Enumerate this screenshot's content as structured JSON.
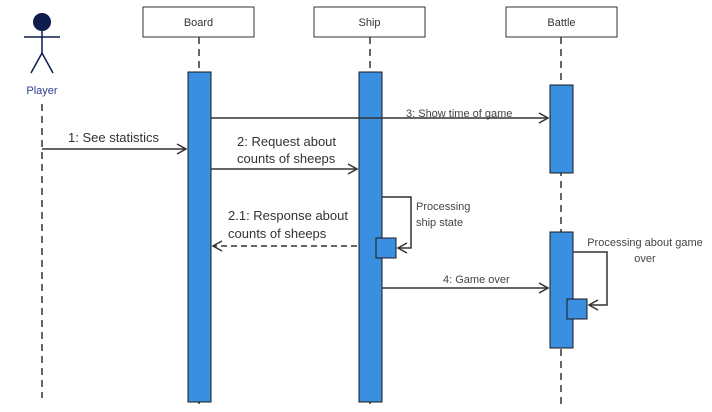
{
  "colors": {
    "activation": "#3a8fe0",
    "activation_border": "#1a1a1a",
    "lifeline": "#333333",
    "actor": "#0d1b4d",
    "actor_label": "#2b3f8c",
    "header_border": "#333333",
    "text": "#333333"
  },
  "actor": {
    "label": "Player"
  },
  "participants": {
    "board": "Board",
    "ship": "Ship",
    "battle": "Battle"
  },
  "messages": {
    "m1": "1: See statistics",
    "m2_line1": "2: Request about",
    "m2_line2": "counts of sheeps",
    "m21_line1": "2.1: Response about",
    "m21_line2": "counts of sheeps",
    "m3": "3: Show time of game",
    "m4": "4: Game over"
  },
  "self_calls": {
    "ship_line1": "Processing",
    "ship_line2": "ship state",
    "battle_line1": "Processing about game",
    "battle_line2": "over"
  }
}
